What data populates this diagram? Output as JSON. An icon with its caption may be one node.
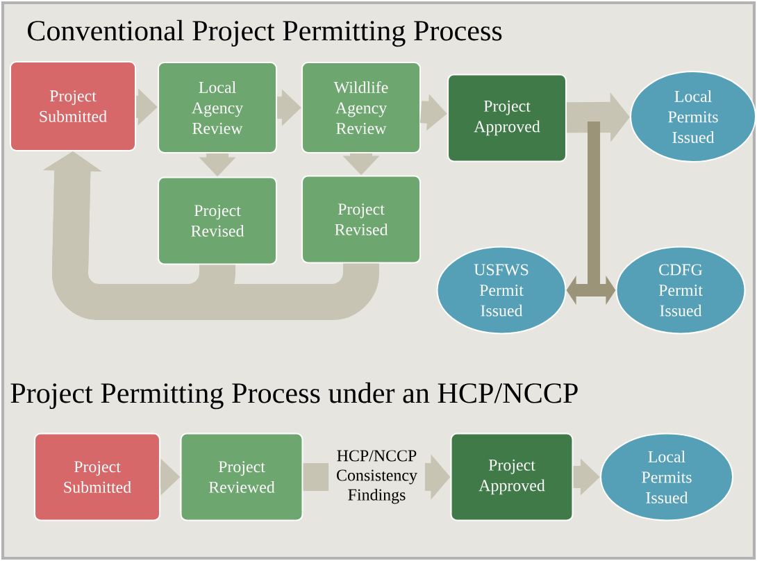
{
  "diagram": {
    "title": "Conventional Project Permitting Process",
    "nodes": [
      {
        "text": [
          "Project Submitted"
        ]
      },
      {
        "text": [
          "Local Agency Review"
        ]
      },
      {
        "text": [
          "Wildlife Agency Review"
        ]
      },
      {
        "text": [
          "Project Approved"
        ]
      },
      {
        "text": [
          "Local Permits Issued"
        ]
      },
      {
        "text": [
          "Project Revised"
        ]
      },
      {
        "text": [
          "Project Revised"
        ]
      },
      {
        "text": [
          "USFWS Permit Issued"
        ]
      },
      {
        "text": [
          "CDFG Permit Issued"
        ]
      },
      {
        "text": [
          "Project Submitted"
        ]
      },
      {
        "text": [
          "Project Reviewed"
        ]
      },
      {
        "text": [
          "Project Approved"
        ]
      },
      {
        "text": [
          "Local Permits Issued"
        ]
      }
    ],
    "edges": [
      {
        "from": 0,
        "to": 1,
        "arrow": "to"
      },
      {
        "from": 1,
        "to": 2,
        "arrow": "to"
      },
      {
        "from": 2,
        "to": 3,
        "arrow": "to"
      },
      {
        "from": 3,
        "to": 4,
        "arrow": "to"
      },
      {
        "from": 1,
        "to": 5,
        "arrow": "to"
      },
      {
        "from": 2,
        "to": 6,
        "arrow": "to"
      },
      {
        "from": 5,
        "to": 0,
        "arrow": "to"
      },
      {
        "from": 6,
        "to": 0,
        "arrow": "to"
      },
      {
        "from": 3,
        "to": 7,
        "arrow": "to",
        "color": "#9b9478"
      },
      {
        "from": 3,
        "to": 8,
        "arrow": "to",
        "color": "#9b9478"
      },
      {
        "from": 9,
        "to": 10,
        "arrow": "to"
      },
      {
        "from": 10,
        "to": 11,
        "arrow": "to",
        "label": "HCP/NCCP Consistency Findings"
      },
      {
        "from": 11,
        "to": 12,
        "arrow": "to"
      }
    ],
    "labels": [
      "Project Permitting Process under an HCP/NCCP"
    ]
  }
}
